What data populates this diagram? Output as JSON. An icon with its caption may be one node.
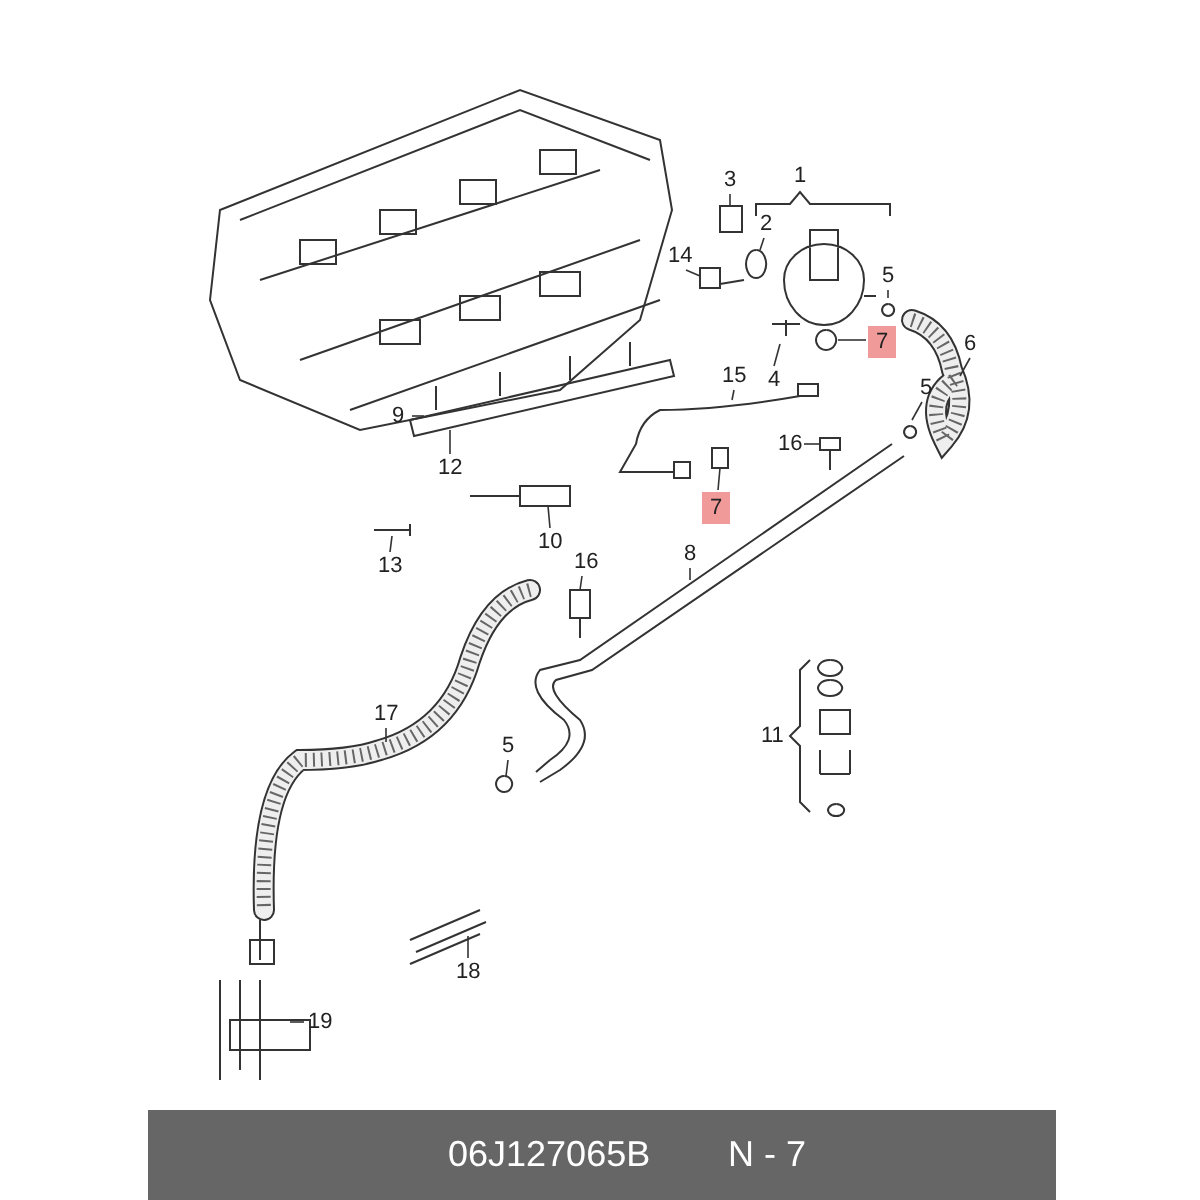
{
  "diagram": {
    "nodes": [
      {
        "text": [
          "3"
        ]
      },
      {
        "text": [
          "2"
        ]
      },
      {
        "text": [
          "14"
        ]
      },
      {
        "text": [
          "5"
        ]
      },
      {
        "text": [
          "6"
        ]
      },
      {
        "text": [
          "4"
        ]
      },
      {
        "text": [
          "7"
        ]
      },
      {
        "text": [
          "15"
        ]
      },
      {
        "text": [
          "5"
        ]
      },
      {
        "text": [
          "16"
        ]
      },
      {
        "text": [
          "9"
        ]
      },
      {
        "text": [
          "12"
        ]
      },
      {
        "text": [
          "7"
        ]
      },
      {
        "text": [
          "8"
        ]
      },
      {
        "text": [
          "10"
        ]
      },
      {
        "text": [
          "13"
        ]
      },
      {
        "text": [
          "16"
        ]
      },
      {
        "text": [
          "17"
        ]
      },
      {
        "text": [
          "5"
        ]
      },
      {
        "text": [
          "18"
        ]
      },
      {
        "text": [
          "19"
        ]
      }
    ],
    "edges": [
      {
        "from": 0,
        "to": null,
        "arrow": "none"
      },
      {
        "from": 1,
        "to": null,
        "arrow": "none"
      },
      {
        "from": 2,
        "to": null,
        "arrow": "none"
      },
      {
        "from": 3,
        "to": null,
        "arrow": "none"
      },
      {
        "from": 4,
        "to": null,
        "arrow": "none"
      },
      {
        "from": 5,
        "to": null,
        "arrow": "none"
      },
      {
        "from": 6,
        "to": null,
        "arrow": "none"
      },
      {
        "from": 7,
        "to": null,
        "arrow": "none"
      },
      {
        "from": 8,
        "to": null,
        "arrow": "none"
      },
      {
        "from": 9,
        "to": null,
        "arrow": "none"
      },
      {
        "from": 10,
        "to": null,
        "arrow": "none"
      },
      {
        "from": 11,
        "to": null,
        "arrow": "none"
      },
      {
        "from": 12,
        "to": null,
        "arrow": "none"
      },
      {
        "from": 13,
        "to": null,
        "arrow": "none"
      },
      {
        "from": 14,
        "to": null,
        "arrow": "none"
      },
      {
        "from": 15,
        "to": null,
        "arrow": "none"
      },
      {
        "from": 16,
        "to": null,
        "arrow": "none"
      },
      {
        "from": 17,
        "to": null,
        "arrow": "none"
      },
      {
        "from": 18,
        "to": null,
        "arrow": "none"
      },
      {
        "from": 19,
        "to": null,
        "arrow": "none"
      },
      {
        "from": 20,
        "to": null,
        "arrow": "none"
      }
    ],
    "labels": [
      "1",
      "11",
      "06J127065B",
      "N - 7"
    ]
  }
}
